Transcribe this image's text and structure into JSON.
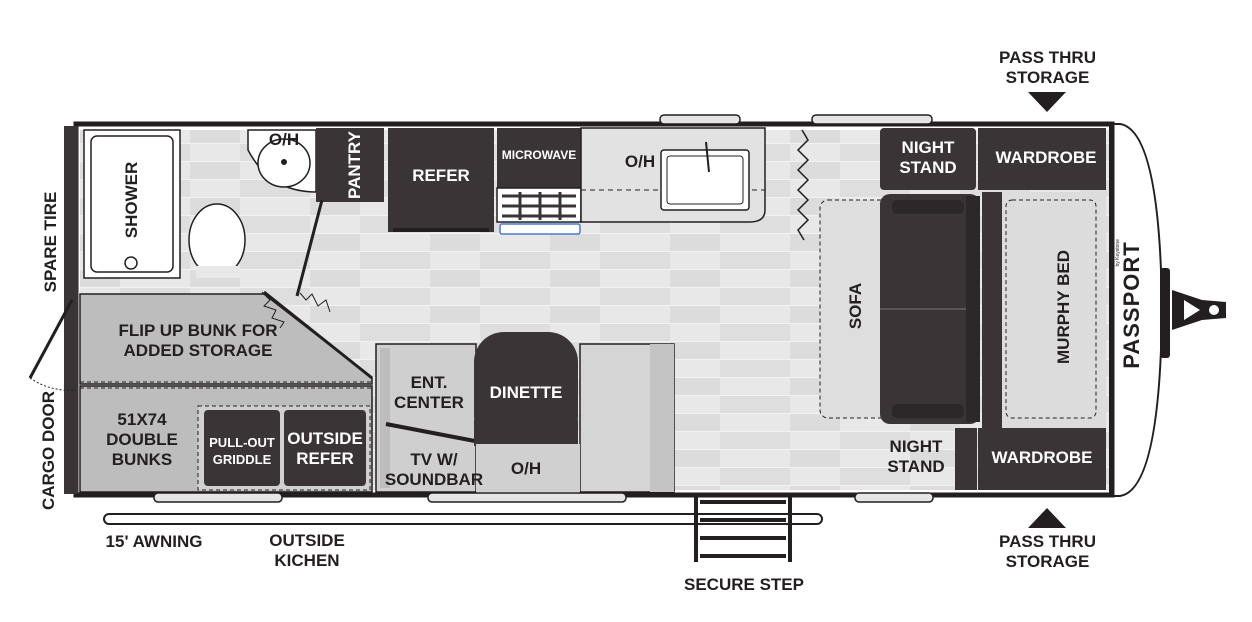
{
  "brand": "PASSPORT",
  "brand_sub": "by Keystone",
  "labels": {
    "pass_thru_top": [
      "PASS THRU",
      "STORAGE"
    ],
    "pass_thru_bottom": [
      "PASS THRU",
      "STORAGE"
    ],
    "spare_tire": "SPARE TIRE",
    "cargo_door": "CARGO DOOR",
    "shower": "SHOWER",
    "oh_bath": "O/H",
    "pantry": "PANTRY",
    "refer": "REFER",
    "microwave": "MICROWAVE",
    "oh_kitchen": "O/H",
    "night_stand_top": [
      "NIGHT",
      "STAND"
    ],
    "wardrobe_top": "WARDROBE",
    "flip_up_bunk": [
      "FLIP UP BUNK FOR",
      "ADDED STORAGE"
    ],
    "double_bunks": [
      "51X74",
      "DOUBLE",
      "BUNKS"
    ],
    "pull_out_griddle": [
      "PULL-OUT",
      "GRIDDLE"
    ],
    "outside_refer": [
      "OUTSIDE",
      "REFER"
    ],
    "ent_center": [
      "ENT.",
      "CENTER"
    ],
    "dinette": "DINETTE",
    "tv_soundbar": [
      "TV W/",
      "SOUNDBAR"
    ],
    "oh_dinette": "O/H",
    "sofa": "SOFA",
    "murphy_bed": "MURPHY BED",
    "night_stand_bottom": [
      "NIGHT",
      "STAND"
    ],
    "wardrobe_bottom": "WARDROBE",
    "awning": "15' AWNING",
    "outside_kitchen": [
      "OUTSIDE",
      "KICHEN"
    ],
    "secure_step": "SECURE STEP"
  },
  "colors": {
    "dark": "#3a3436",
    "outline": "#231f20",
    "floor": "#e6e6e6",
    "plank": "#d9d9d9",
    "gray_mid": "#bdbdbd",
    "gray_light": "#cfcfcf"
  }
}
